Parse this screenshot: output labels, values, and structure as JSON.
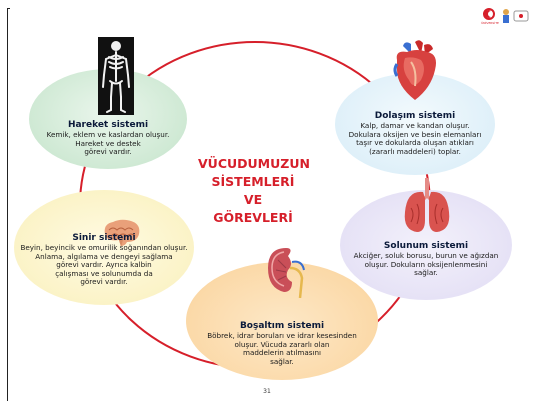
{
  "center_title": [
    "VÜCUDUMUZUN",
    "SİSTEMLERİ",
    "VE",
    "GÖREVLERİ"
  ],
  "nodes": {
    "hareket": {
      "title": "Hareket sistemi",
      "lines": [
        "Kemik, eklem ve kaslardan oluşur.",
        "Hareket ve destek",
        "görevi vardır."
      ]
    },
    "dolasim": {
      "title": "Dolaşım sistemi",
      "lines": [
        "Kalp, damar ve kandan oluşur.",
        "Dokulara oksijen ve besin elemanları",
        "taşır ve dokularda oluşan atıkları",
        "(zararlı maddeleri) toplar."
      ]
    },
    "sinir": {
      "title": "Sinir sistemi",
      "lines": [
        "Beyin, beyincik ve omurilik soğanından oluşur.",
        "Anlama, algılama ve dengeyi sağlama",
        "görevi vardır. Ayrıca kalbin",
        "çalışması ve solunumda da",
        "görevi vardır."
      ]
    },
    "solunum": {
      "title": "Solunum sistemi",
      "lines": [
        "Akciğer, soluk borusu, burun ve ağızdan",
        "oluşur. Dokuların oksijenlenmesini",
        "sağlar."
      ]
    },
    "bosaltim": {
      "title": "Boşaltım sistemi",
      "lines": [
        "Böbrek, idrar boruları ve idrar kesesinden",
        "oluşur. Vücuda zararlı olan",
        "maddelerin atılmasını",
        "sağlar."
      ]
    }
  },
  "page_number": "31",
  "logo_text": "ÜNİVERSİTE",
  "colors": {
    "ring": "#d61f2a",
    "hareket": "#cfe9d4",
    "dolasim": "#dff0f9",
    "sinir": "#fbf3c7",
    "solunum": "#e6e2f6",
    "bosaltim": "#fbd9a8",
    "title": "#d61f2a"
  },
  "icons": [
    "skeleton-icon",
    "heart-icon",
    "brain-icon",
    "lungs-icon",
    "kidney-icon",
    "logo-icon"
  ]
}
